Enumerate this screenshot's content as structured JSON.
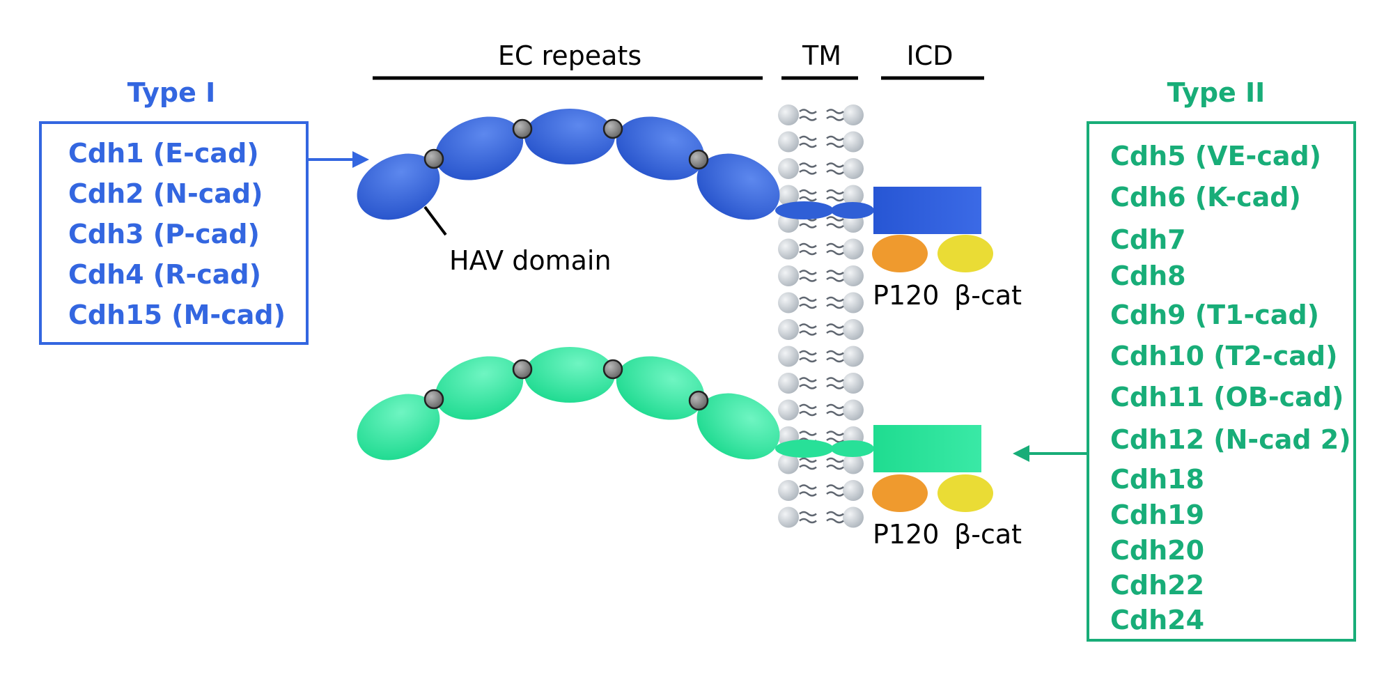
{
  "colors": {
    "type1": "#3366e0",
    "type2": "#18ad78",
    "type1_protein": "#2f5fd6",
    "type2_protein": "#2ee39a",
    "p120": "#ef9a2e",
    "beta_cat": "#eadc35",
    "lipid_head": "#c7cdd3",
    "line": "#000000"
  },
  "headers": {
    "ec_repeats": "EC repeats",
    "tm": "TM",
    "icd": "ICD"
  },
  "type1": {
    "title": "Type I",
    "items": [
      "Cdh1 (E-cad)",
      "Cdh2 (N-cad)",
      "Cdh3 (P-cad)",
      "Cdh4 (R-cad)",
      "Cdh15 (M-cad)"
    ]
  },
  "type2": {
    "title": "Type II",
    "items": [
      "Cdh5 (VE-cad)",
      "Cdh6 (K-cad)",
      "Cdh7",
      "Cdh8",
      "Cdh9 (T1-cad)",
      "Cdh10 (T2-cad)",
      "Cdh11 (OB-cad)",
      "Cdh12 (N-cad 2)",
      "Cdh18",
      "Cdh19",
      "Cdh20",
      "Cdh22",
      "Cdh24"
    ]
  },
  "labels": {
    "hav_domain": "HAV domain",
    "p120_top": "P120",
    "beta_cat_top": "β-cat",
    "p120_bottom": "P120",
    "beta_cat_bottom": "β-cat"
  }
}
